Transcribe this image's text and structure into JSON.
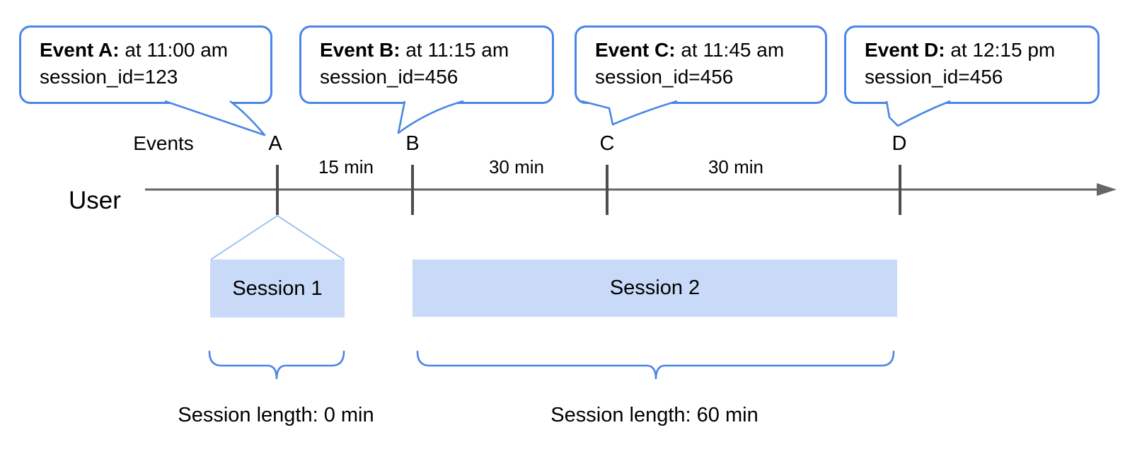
{
  "diagram": {
    "events_axis_label": "Events",
    "user_label": "User",
    "bubbles": [
      {
        "label": "Event A:",
        "time": " at 11:00 am",
        "session": "session_id=123"
      },
      {
        "label": "Event B:",
        "time": " at 11:15 am",
        "session": "session_id=456"
      },
      {
        "label": "Event C:",
        "time": " at 11:45 am",
        "session": "session_id=456"
      },
      {
        "label": "Event D:",
        "time": " at 12:15 pm",
        "session": "session_id=456"
      }
    ],
    "event_markers": [
      "A",
      "B",
      "C",
      "D"
    ],
    "intervals": [
      "15 min",
      "30 min",
      "30 min"
    ],
    "sessions": [
      {
        "name": "Session 1",
        "length_label": "Session length: 0 min"
      },
      {
        "name": "Session 2",
        "length_label": "Session length: 60 min"
      }
    ],
    "colors": {
      "bubble_border": "#4a86e8",
      "brace": "#4a86e8",
      "session_fill": "#c9daf8",
      "funnel_line": "#a4c2f4",
      "timeline": "#666666",
      "tick": "#4d4d4d",
      "text": "#000000"
    }
  }
}
